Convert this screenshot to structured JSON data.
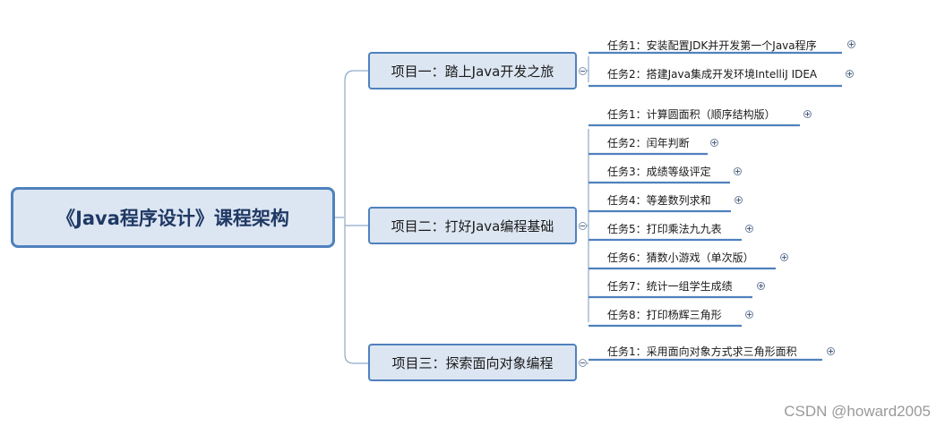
{
  "root": {
    "title": "《Java程序设计》课程架构"
  },
  "projects": [
    {
      "title": "项目一：踏上Java开发之旅",
      "tasks": [
        "任务1：安装配置JDK并开发第一个Java程序",
        "任务2：搭建Java集成开发环境IntelliJ IDEA"
      ]
    },
    {
      "title": "项目二：打好Java编程基础",
      "tasks": [
        "任务1：计算圆面积（顺序结构版）",
        "任务2：闰年判断",
        "任务3：成绩等级评定",
        "任务4：等差数列求和",
        "任务5：打印乘法九九表",
        "任务6：猜数小游戏（单次版）",
        "任务7：统计一组学生成绩",
        "任务8：打印杨辉三角形"
      ]
    },
    {
      "title": "项目三：探索面向对象编程",
      "tasks": [
        "任务1：采用面向对象方式求三角形面积"
      ]
    }
  ],
  "watermark": "CSDN @howard2005",
  "colors": {
    "border": "#4f81bd",
    "fill": "#dce6f2",
    "line": "#8ea9c9",
    "underline": "#4f81bd"
  }
}
